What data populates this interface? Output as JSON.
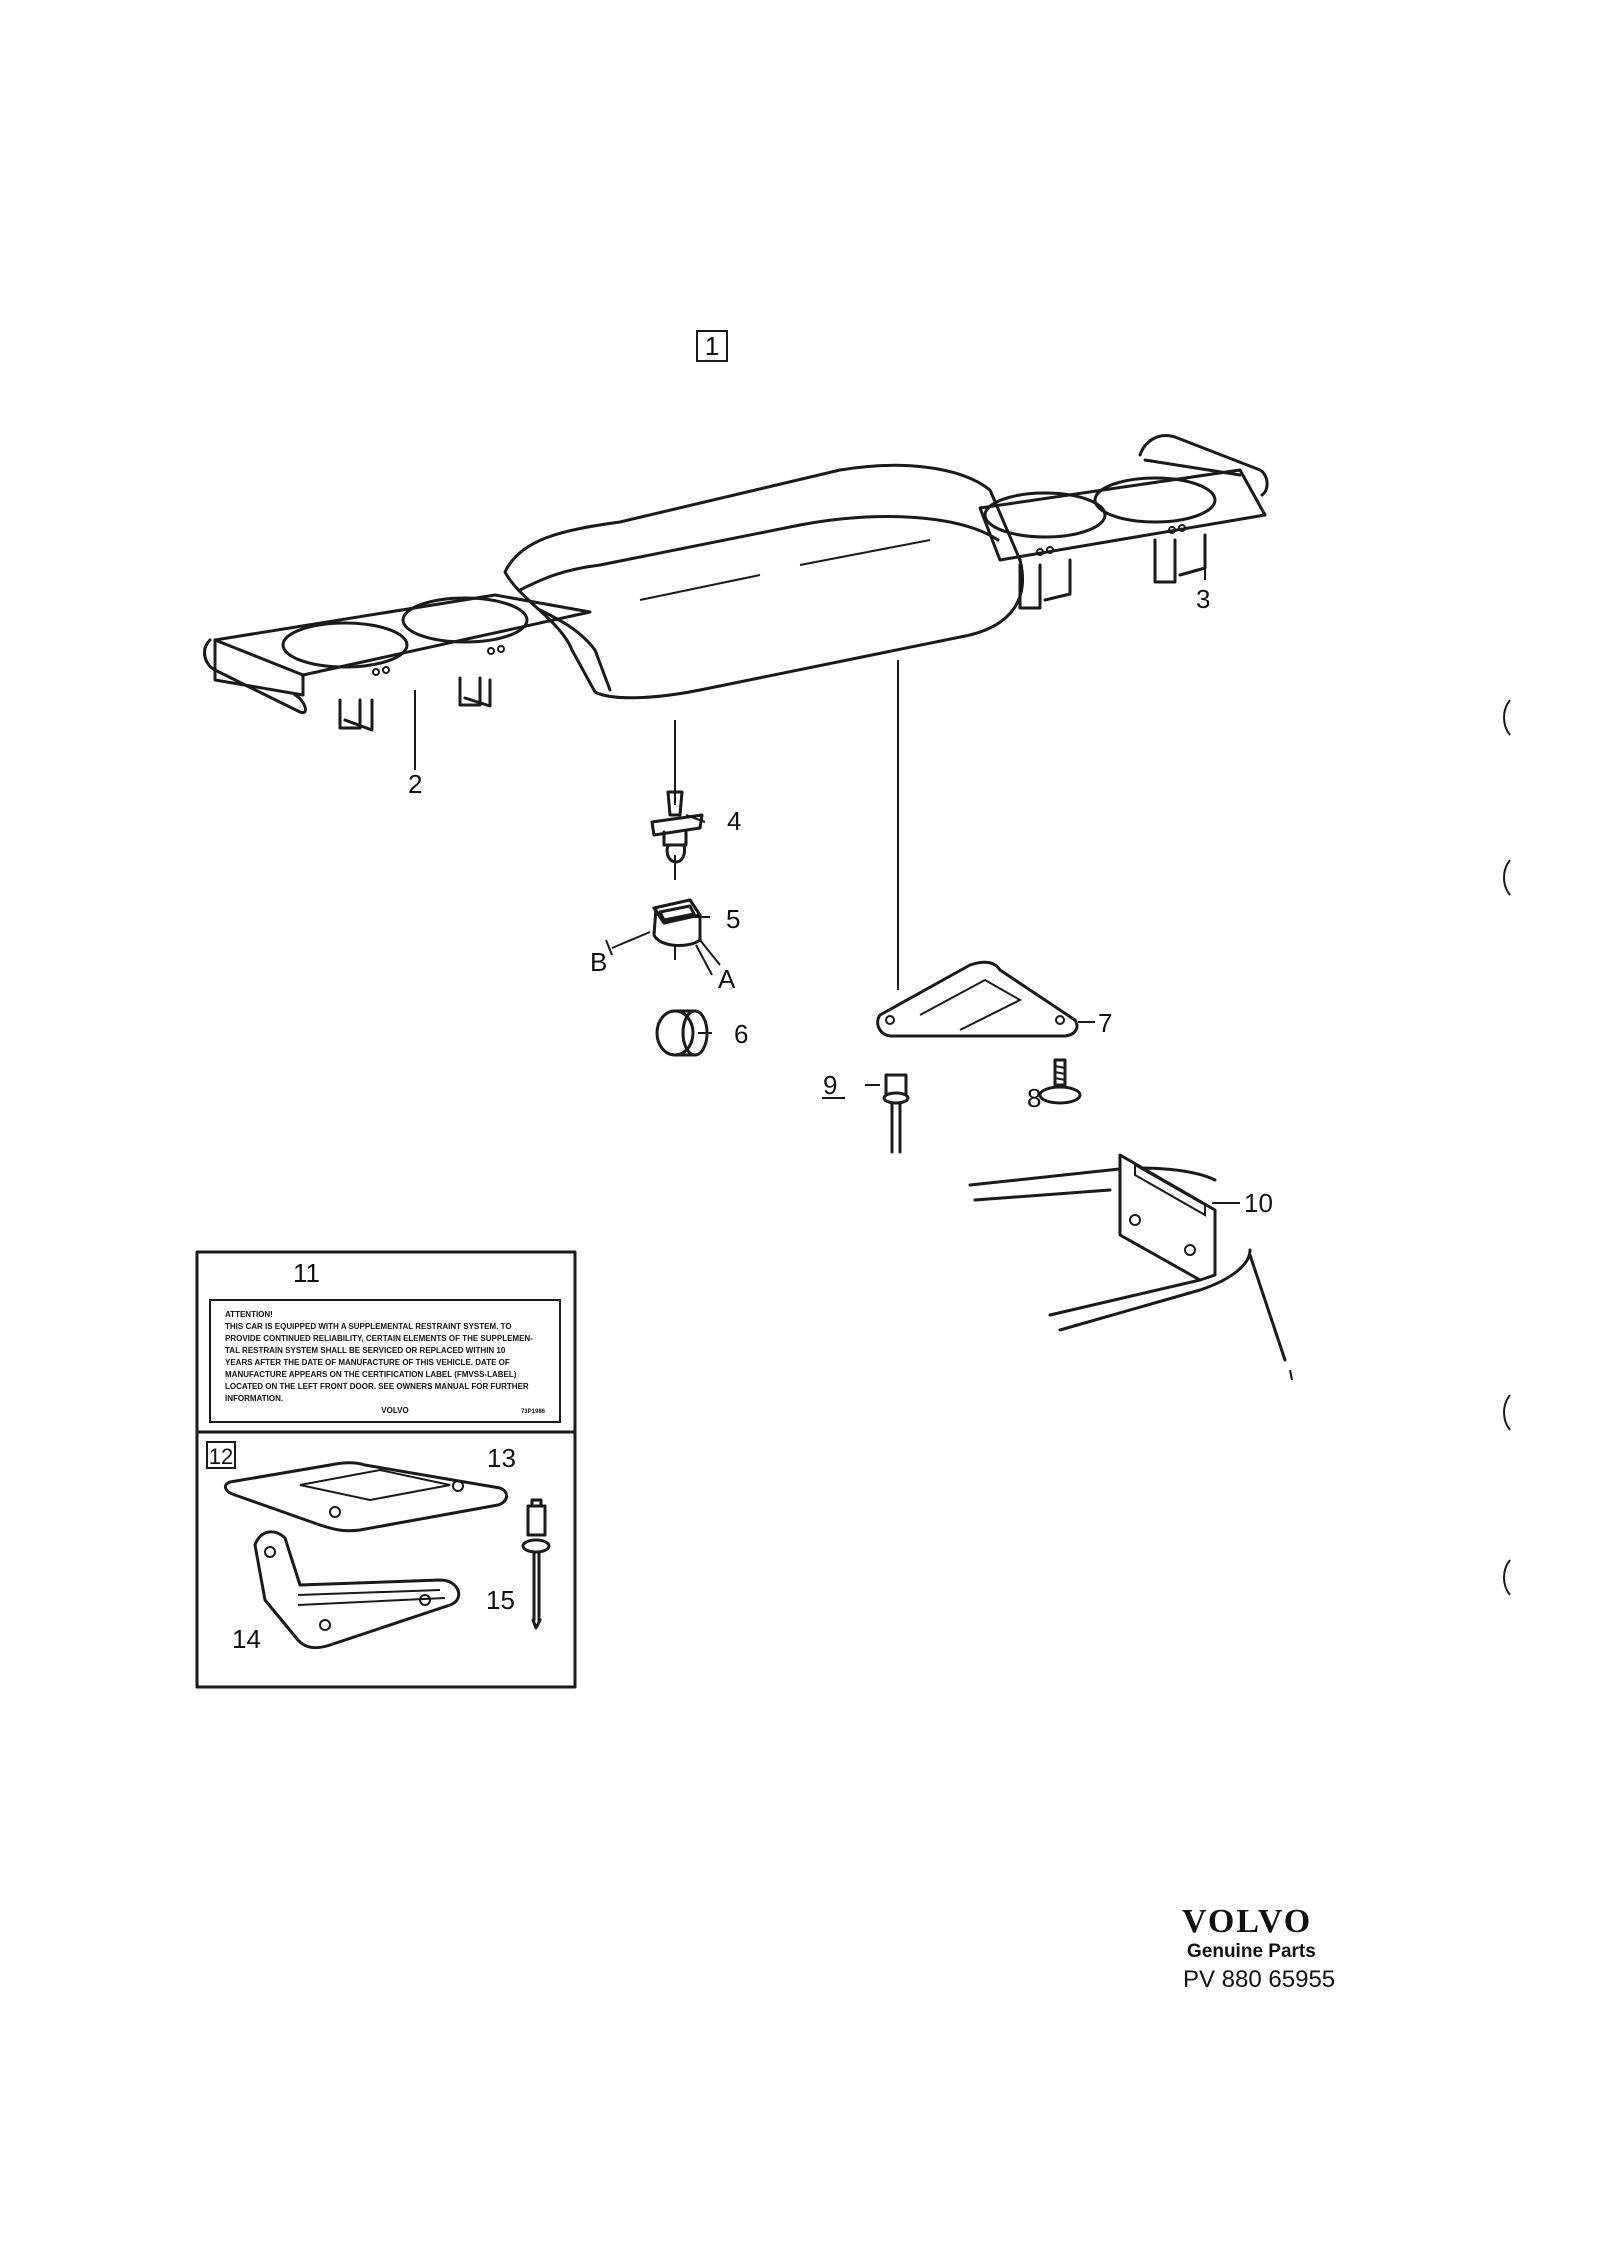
{
  "group_box": "1",
  "subgroup_box": "12",
  "callouts": [
    "2",
    "3",
    "4",
    "5",
    "6",
    "7",
    "8",
    "9",
    "10",
    "11",
    "13",
    "14",
    "15"
  ],
  "dimension_labels": {
    "a": "A",
    "b": "B"
  },
  "label_11": {
    "lines": [
      "ATTENTION!",
      "THIS CAR IS EQUIPPED WITH A SUPPLEMENTAL RESTRAINT SYSTEM. TO",
      "PROVIDE CONTINUED RELIABILITY, CERTAIN ELEMENTS OF THE SUPPLEMEN-",
      "TAL RESTRAIN SYSTEM SHALL BE SERVICED OR REPLACED WITHIN 10",
      "YEARS AFTER THE DATE OF MANUFACTURE OF THIS VEHICLE. DATE OF",
      "MANUFACTURE APPEARS ON THE CERTIFICATION LABEL (FMVSS-LABEL)",
      "LOCATED ON THE LEFT FRONT DOOR. SEE OWNERS MANUAL FOR FURTHER",
      "INFORMATION."
    ],
    "brand": "VOLVO",
    "code": "73P1986"
  },
  "footer": {
    "brand": "VOLVO",
    "subtitle": "Genuine Parts",
    "code": "PV 880 65955"
  }
}
